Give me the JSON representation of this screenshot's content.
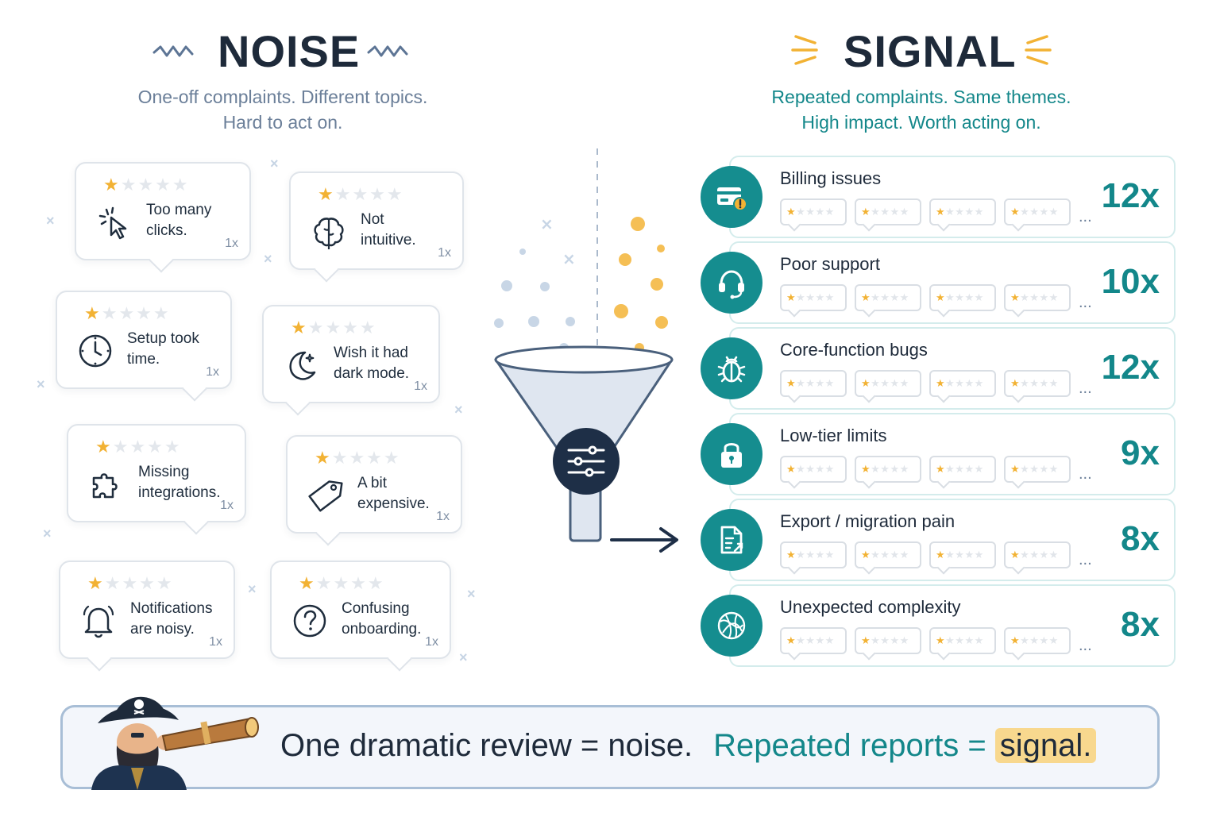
{
  "noise": {
    "title": "NOISE",
    "subtitle_line1": "One-off complaints. Different topics.",
    "subtitle_line2": "Hard to act on.",
    "reviews": [
      {
        "text": "Too many\nclicks.",
        "count": "1x",
        "stars": 1,
        "icon": "cursor-click-icon"
      },
      {
        "text": "Not\nintuitive.",
        "count": "1x",
        "stars": 1,
        "icon": "brain-icon"
      },
      {
        "text": "Setup took\ntime.",
        "count": "1x",
        "stars": 1,
        "icon": "clock-icon"
      },
      {
        "text": "Wish it had\ndark mode.",
        "count": "1x",
        "stars": 1,
        "icon": "moon-icon"
      },
      {
        "text": "Missing\nintegrations.",
        "count": "1x",
        "stars": 1,
        "icon": "puzzle-icon"
      },
      {
        "text": "A bit\nexpensive.",
        "count": "1x",
        "stars": 1,
        "icon": "price-tag-icon"
      },
      {
        "text": "Notifications\nare noisy.",
        "count": "1x",
        "stars": 1,
        "icon": "bell-icon"
      },
      {
        "text": "Confusing\nonboarding.",
        "count": "1x",
        "stars": 1,
        "icon": "question-icon"
      }
    ]
  },
  "signal": {
    "title": "SIGNAL",
    "subtitle_line1": "Repeated complaints. Same themes.",
    "subtitle_line2": "High impact. Worth acting on.",
    "themes": [
      {
        "label": "Billing issues",
        "count": "12x",
        "icon": "credit-card-warning-icon"
      },
      {
        "label": "Poor support",
        "count": "10x",
        "icon": "headset-icon"
      },
      {
        "label": "Core-function bugs",
        "count": "12x",
        "icon": "bug-icon"
      },
      {
        "label": "Low-tier limits",
        "count": "9x",
        "icon": "lock-icon"
      },
      {
        "label": "Export / migration pain",
        "count": "8x",
        "icon": "export-file-icon"
      },
      {
        "label": "Unexpected complexity",
        "count": "8x",
        "icon": "tangle-icon"
      }
    ],
    "more_indicator": "...",
    "mini_review_stars": 1
  },
  "funnel": {
    "icon": "filter-sliders-icon",
    "arrow_icon": "arrow-right-icon"
  },
  "banner": {
    "part1": "One dramatic review = noise.",
    "part2": "Repeated reports = ",
    "part3": "signal.",
    "mascot": "pirate-with-spyglass"
  },
  "colors": {
    "teal": "#158d8f",
    "navy": "#1e2a3a",
    "star": "#f2b234",
    "noise_text": "#6b7f99",
    "highlight": "#f8d88e"
  }
}
